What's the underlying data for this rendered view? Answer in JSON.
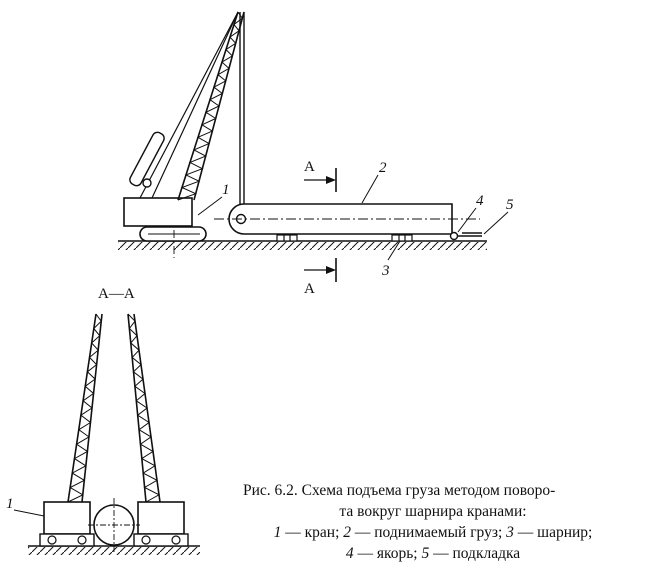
{
  "figure": {
    "labels": {
      "crane": "1",
      "load": "2",
      "hinge": "3",
      "anchor": "4",
      "pad": "5",
      "crane_section": "1"
    },
    "section_marks": {
      "top": "А",
      "bottom": "А",
      "section_title": "А—А"
    }
  },
  "caption": {
    "line1": "Рис. 6.2. Схема подъема груза методом поворо-",
    "line2": "та вокруг шарнира кранами:",
    "item1_num": "1",
    "item1_text": " — кран; ",
    "item2_num": "2",
    "item2_text": " — поднимаемый груз; ",
    "item3_num": "3",
    "item3_text": " — шарнир;",
    "item4_num": "4",
    "item4_text": " — якорь; ",
    "item5_num": "5",
    "item5_text": " — подкладка"
  }
}
